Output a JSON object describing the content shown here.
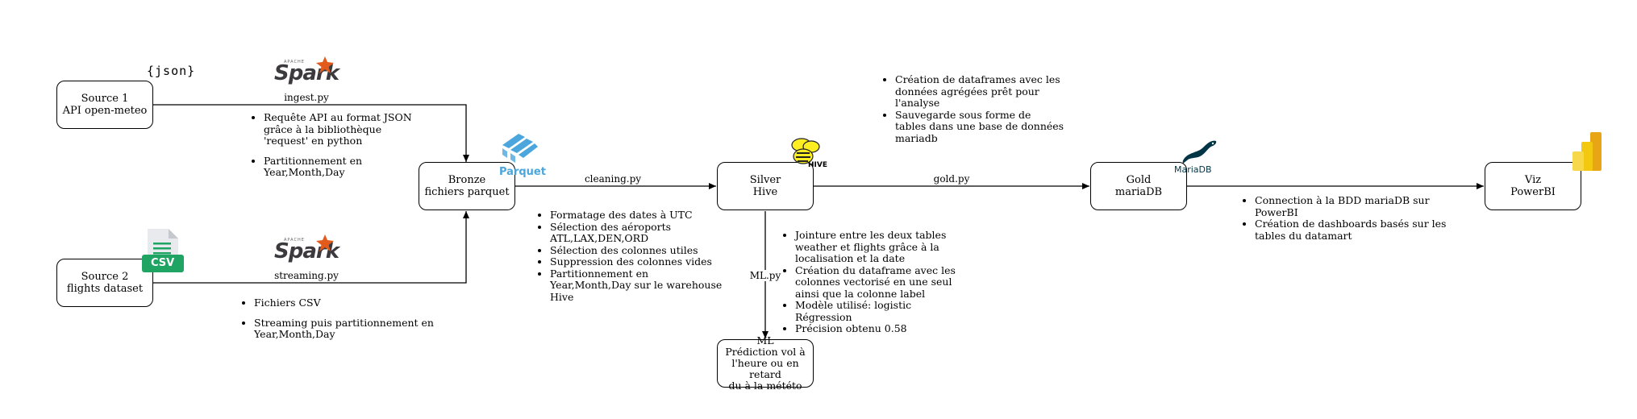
{
  "nodes": {
    "source1": [
      "Source 1",
      "API open-meteo"
    ],
    "source2": [
      "Source 2",
      "flights dataset"
    ],
    "bronze": [
      "Bronze",
      "fichiers parquet"
    ],
    "silver": [
      "Silver",
      "Hive"
    ],
    "gold": [
      "Gold",
      "mariaDB"
    ],
    "viz": [
      "Viz",
      "PowerBI"
    ],
    "ml": [
      "ML",
      "Prédiction vol à",
      "l'heure ou en retard",
      "du à la météto"
    ]
  },
  "edges": {
    "ingest": "ingest.py",
    "streaming": "streaming.py",
    "cleaning": "cleaning.py",
    "gold": "gold.py",
    "ml": "ML.py"
  },
  "notes": {
    "ingest": [
      "Requête API au format JSON grâce à la bibliothèque 'request' en python",
      "Partitionnement en Year,Month,Day"
    ],
    "streaming": [
      "Fichiers CSV",
      "Streaming puis partitionnement en Year,Month,Day"
    ],
    "cleaning": [
      "Formatage des dates à UTC",
      "Sélection des aéroports ATL,LAX,DEN,ORD",
      "Sélection des colonnes utiles",
      "Suppression des colonnes vides",
      "Partitionnement en Year,Month,Day sur le warehouse Hive"
    ],
    "ml": [
      "Jointure entre les deux tables weather et flights grâce à la localisation et la date",
      "Création du dataframe avec les colonnes vectorisé en une seul ainsi que la colonne label",
      "Modèle utilisé: logistic Régression",
      "Précision obtenu 0.58"
    ],
    "gold": [
      "Création de dataframes avec les données agrégées prêt pour l'analyse",
      "Sauvegarde sous forme de tables dans une base de données mariadb"
    ],
    "viz": [
      "Connection à la BDD mariaDB sur PowerBI",
      "Création de dashboards basés sur les tables du datamart"
    ]
  },
  "logos": {
    "json": "{json}",
    "spark": "Spark",
    "apache": "APACHE",
    "parquet": "Parquet",
    "csv": "CSV",
    "hive": "HIVE",
    "mariadb": "MariaDB"
  },
  "icons": [
    "json-logo-icon",
    "spark-logo-icon",
    "parquet-logo-icon",
    "csv-file-icon",
    "hive-bee-icon",
    "mariadb-seal-icon",
    "powerbi-logo-icon"
  ],
  "colors": {
    "line": "#000000",
    "spark_orange": "#e25a1c",
    "parquet_blue": "#4aa6dc",
    "csv_green": "#1fa463",
    "hive_yellow": "#fdee21",
    "mariadb_navy": "#003545",
    "powerbi_yellow": "#f2c811"
  }
}
